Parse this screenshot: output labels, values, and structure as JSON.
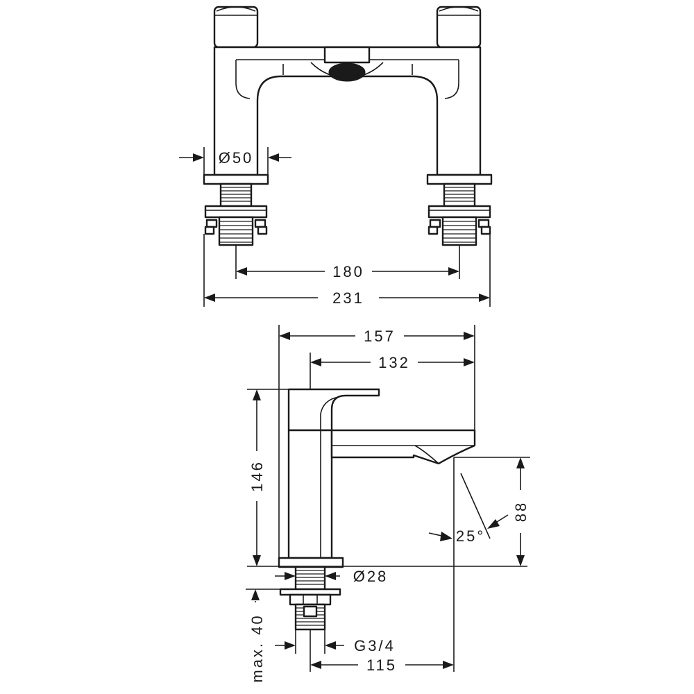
{
  "top_view": {
    "diameter_label": "Ø50",
    "centers_label": "180",
    "overall_width_label": "231"
  },
  "side_view": {
    "overall_depth_label": "157",
    "spout_reach_label": "132",
    "height_label": "146",
    "spout_height_label": "88",
    "angle_label": "25°",
    "shank_diameter_label": "Ø28",
    "thread_label": "G3/4",
    "max_depth_label": "max. 40",
    "outlet_offset_label": "115"
  },
  "colors": {
    "line": "#1a1a1a",
    "background": "#ffffff"
  }
}
